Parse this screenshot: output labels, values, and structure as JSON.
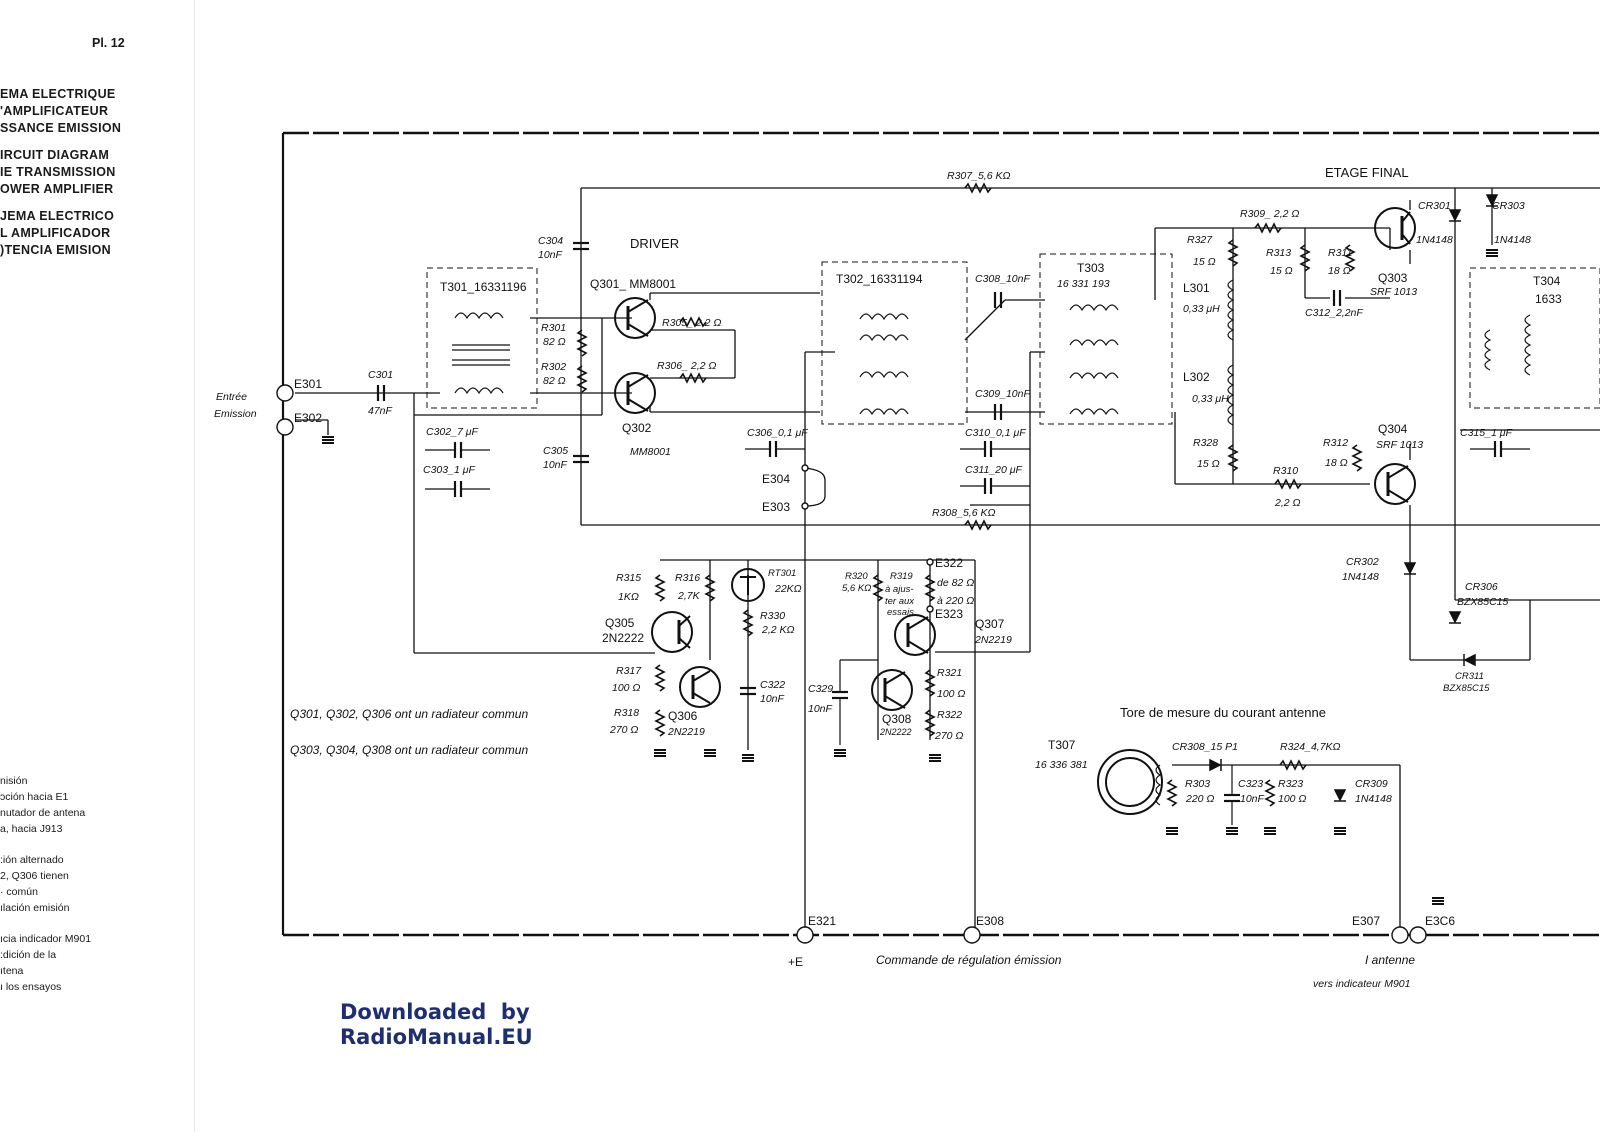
{
  "plate": "Pl. 12",
  "titles": [
    {
      "lines": [
        "ЕMA ELECTRIQUE",
        "'AMPLIFICATEUR",
        "SSANCE EMISSION"
      ]
    },
    {
      "lines": [
        "IRCUIT DIAGRAM",
        "IE TRANSMISSION",
        "OWER AMPLIFIER"
      ]
    },
    {
      "lines": [
        "JEMA ELECTRICO",
        "L AMPLIFICADOR",
        ")TENCIA EMISION"
      ]
    }
  ],
  "notes": [
    {
      "lines": [
        "nisión",
        "ɔción hacia E1",
        "nutador de antena",
        "a, hacia J913"
      ]
    },
    {
      "lines": [
        ":ión alternado",
        "2, Q306 tienen",
        "· común",
        "ılación emisión"
      ]
    },
    {
      "lines": [
        "ıcia indicador M901",
        ":dición de la",
        "ıtena",
        "ı los ensayos"
      ]
    }
  ],
  "watermark": {
    "line1": "Downloaded  by",
    "line2": "RadioManual.EU"
  },
  "schematic": {
    "sections": {
      "driver": "DRIVER",
      "final": "ETAGE  FINAL",
      "torus": "Tore de mesure du courant antenne"
    },
    "input": {
      "label1": "Entrée",
      "label2": "Emission"
    },
    "terminals": {
      "e301": "E301",
      "e302": "E302",
      "e303": "E303",
      "e304": "E304",
      "e322": "E322",
      "e323": "E323",
      "e321": "E321",
      "e308": "E308",
      "e307": "E307",
      "e306": "E3C6"
    },
    "bottom": {
      "plus_e": "+E",
      "regulation": "Commande de régulation émission",
      "antenna1": "I antenne",
      "antenna2": "vers  indicateur  M901"
    },
    "notes": {
      "rad1": "Q301, Q302, Q306  ont un  radiateur  commun",
      "rad2": "Q303, Q304, Q308  ont  un  radiateur  commun"
    },
    "transformers": {
      "t301": "T301_16331196",
      "t302": "T302_16331194",
      "t303": "T303",
      "t303_code": "16 331 193",
      "t304": "T304",
      "t304_code": "1633",
      "t307": "T307",
      "t307_code": "16 336 381"
    },
    "transistors": {
      "q301": "Q301_ MM8001",
      "q302": "Q302",
      "q302_type": "MM8001",
      "q303": "Q303",
      "q303_type": "SRF 1013",
      "q304": "Q304",
      "q304_type": "SRF 1013",
      "q305": "Q305",
      "q305_type": "2N2222",
      "q306": "Q306",
      "q306_type": "2N2219",
      "q307": "Q307",
      "q307_type": "2N2219",
      "q308": "Q308",
      "q308_type": "2N2222"
    },
    "resistors": {
      "r301": "R301",
      "r301_v": "82 Ω",
      "r302": "R302",
      "r302_v": "82 Ω",
      "r305": "R305_ 2,2 Ω",
      "r306": "R306_ 2,2 Ω",
      "r307": "R307_5,6 KΩ",
      "r308": "R308_5,6 KΩ",
      "r309": "R309_ 2,2 Ω",
      "r310": "R310",
      "r310_v": "2,2 Ω",
      "r311": "R311",
      "r311_v": "18 Ω",
      "r312": "R312",
      "r312_v": "18 Ω",
      "r313": "R313",
      "r313_v": "15 Ω",
      "r315": "R315",
      "r315_v": "1KΩ",
      "r316": "R316",
      "r316_v": "2,7K",
      "r317": "R317",
      "r317_v": "100 Ω",
      "r318": "R318",
      "r318_v": "270 Ω",
      "r319": "R319",
      "r319_v1": "à ajus-",
      "r319_v2": "ter aux",
      "r319_v3": "essais",
      "r319_v4": "de 82 Ω",
      "r319_v5": "à 220 Ω",
      "r320": "R320",
      "r320_v": "5,6 KΩ",
      "r321": "R321",
      "r321_v": "100 Ω",
      "r322": "R322",
      "r322_v": "270 Ω",
      "r323": "R323",
      "r323_v": "100 Ω",
      "r303": "R303",
      "r303_v": "220 Ω",
      "r324": "R324_4,7KΩ",
      "r327": "R327",
      "r327_v": "15 Ω",
      "r328": "R328",
      "r328_v": "15 Ω",
      "r330": "R330",
      "r330_v": "2,2 KΩ",
      "rt301": "RT301",
      "rt301_v": "22KΩ"
    },
    "capacitors": {
      "c301": "C301",
      "c301_v": "47nF",
      "c302": "C302_7 μF",
      "c303": "C303_1 μF",
      "c304": "C304",
      "c304_v": "10nF",
      "c305": "C305",
      "c305_v": "10nF",
      "c306": "C306_0,1 μF",
      "c308": "C308_10nF",
      "c309": "C309_10nF",
      "c310": "C310_0,1 μF",
      "c311": "C311_20 μF",
      "c312": "C312_2,2nF",
      "c315": "C315_1 μF",
      "c322": "C322",
      "c322_v": "10nF",
      "c323": "C323",
      "c323_v": "10nF",
      "c329": "C329",
      "c329_v": "10nF"
    },
    "inductors": {
      "l301": "L301",
      "l301_v": "0,33 μH",
      "l302": "L302",
      "l302_v": "0,33 μH"
    },
    "diodes": {
      "cr301": "CR301",
      "cr301_v": "1N4148",
      "cr302": "CR302",
      "cr302_v": "1N4148",
      "cr303": "CR303",
      "cr303_v": "1N4148",
      "cr306": "CR306",
      "cr306_v": "BZX85C15",
      "cr308": "CR308_15 P1",
      "cr309": "CR309",
      "cr309_v": "1N4148",
      "cr311": "CR311",
      "cr311_v": "BZX85C15"
    }
  }
}
